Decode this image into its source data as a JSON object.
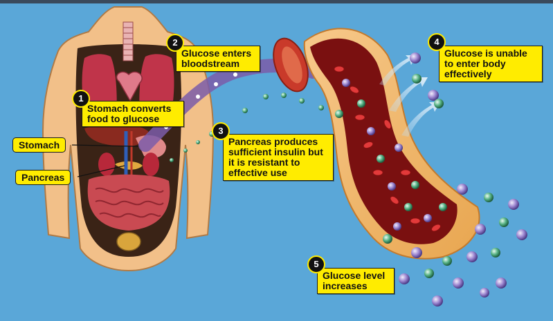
{
  "labels": {
    "stomach": "Stomach",
    "pancreas": "Pancreas"
  },
  "steps": [
    {
      "number": "1",
      "text": "Stomach converts food to glucose"
    },
    {
      "number": "2",
      "text": "Glucose enters bloodstream"
    },
    {
      "number": "3",
      "text": "Pancreas produces sufficient insulin but it is resistant to effective use"
    },
    {
      "number": "4",
      "text": "Glucose is unable to enter body effectively"
    },
    {
      "number": "5",
      "text": "Glucose level increases"
    }
  ],
  "colors": {
    "background": "#5aa7d8",
    "callout": "#ffec00",
    "skin": "#f2c089",
    "vessel": "#c0392b",
    "glucose": "#8e7cc3",
    "insulin": "#3e9a6b"
  }
}
